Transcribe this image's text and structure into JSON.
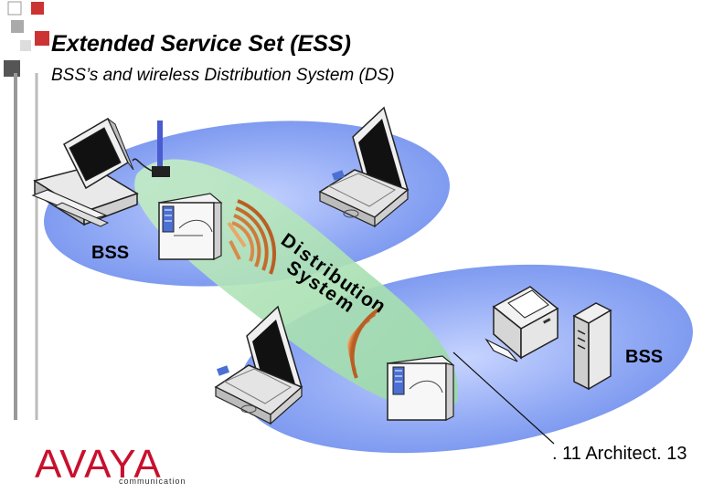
{
  "header": {
    "title": "Extended Service Set (ESS)",
    "subtitle": "BSS’s and wireless Distribution System (DS)"
  },
  "labels": {
    "bss_left": "BSS",
    "bss_right": "BSS",
    "ds_line1": "Distribution",
    "ds_line2": "System"
  },
  "footer": {
    "text": ". 11 Architect. 13"
  },
  "logo": {
    "word": "AVAYA",
    "sub": "communication"
  },
  "colors": {
    "bss_ellipse": "#7f9bf0",
    "ds_band": "#a8e0b0",
    "brand_red": "#c8102e",
    "deco_grey": "#666666",
    "deco_red": "#cc3333"
  }
}
